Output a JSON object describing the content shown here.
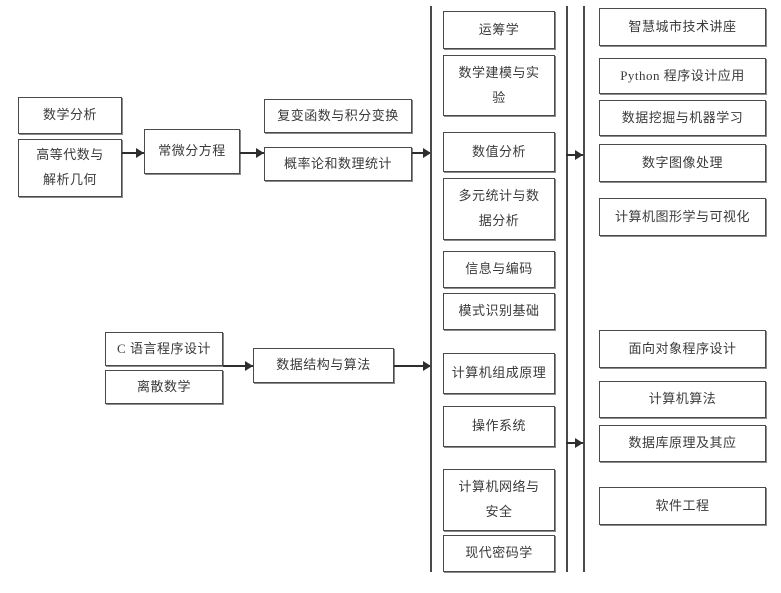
{
  "diagram": {
    "type": "curriculum-prerequisite-flowchart",
    "orientation": "left-to-right",
    "background_color": "#ffffff",
    "box_border_color": "#4a4a4a",
    "connector_color": "#2e2e2e",
    "stage_left_math": {
      "nodes": [
        {
          "id": "math-analysis",
          "label": "数学分析"
        },
        {
          "id": "advanced-algebra-geometry",
          "label": "高等代数与\n解析几何",
          "line1": "高等代数与",
          "line2": "解析几何"
        }
      ]
    },
    "stage_mid_math": {
      "nodes": [
        {
          "id": "ordinary-differential-equations",
          "label": "常微分方程"
        }
      ]
    },
    "stage_third_math": {
      "nodes": [
        {
          "id": "complex-function-integral-transform",
          "label": "复变函数与积分变换"
        },
        {
          "id": "probability-statistics",
          "label": "概率论和数理统计"
        }
      ]
    },
    "stage_left_cs": {
      "nodes": [
        {
          "id": "c-programming",
          "label": "C 语言程序设计"
        },
        {
          "id": "discrete-math",
          "label": "离散数学"
        }
      ]
    },
    "stage_mid_cs": {
      "nodes": [
        {
          "id": "data-structures-algorithms",
          "label": "数据结构与算法"
        }
      ]
    },
    "column_core": {
      "nodes": [
        {
          "id": "operations-research",
          "label": "运筹学"
        },
        {
          "id": "math-modeling-experiment",
          "label": "数学建模与实验",
          "line1": "数学建模与实",
          "line2": "验"
        },
        {
          "id": "numerical-analysis",
          "label": "数值分析"
        },
        {
          "id": "multivariate-statistics-data-analysis",
          "label": "多元统计与数据分析",
          "line1": "多元统计与数",
          "line2": "据分析"
        },
        {
          "id": "information-and-coding",
          "label": "信息与编码"
        },
        {
          "id": "pattern-recognition-basics",
          "label": "模式识别基础"
        },
        {
          "id": "computer-organization",
          "label": "计算机组成原理"
        },
        {
          "id": "operating-systems",
          "label": "操作系统"
        },
        {
          "id": "computer-networks-security",
          "label": "计算机网络与安全",
          "line1": "计算机网络与",
          "line2": "安全"
        },
        {
          "id": "modern-cryptography",
          "label": "现代密码学"
        }
      ]
    },
    "column_applied": {
      "nodes": [
        {
          "id": "smart-city-tech-lecture",
          "label": "智慧城市技术讲座"
        },
        {
          "id": "python-programming-application",
          "label": "Python 程序设计应用"
        },
        {
          "id": "data-mining-machine-learning",
          "label": "数据挖掘与机器学习"
        },
        {
          "id": "digital-image-processing",
          "label": "数字图像处理"
        },
        {
          "id": "computer-graphics-visualization",
          "label": "计算机图形学与可视化"
        },
        {
          "id": "object-oriented-programming",
          "label": "面向对象程序设计"
        },
        {
          "id": "computer-algorithms",
          "label": "计算机算法"
        },
        {
          "id": "database-principles-application",
          "label": "数据库原理及其应"
        },
        {
          "id": "software-engineering",
          "label": "软件工程"
        }
      ]
    }
  }
}
